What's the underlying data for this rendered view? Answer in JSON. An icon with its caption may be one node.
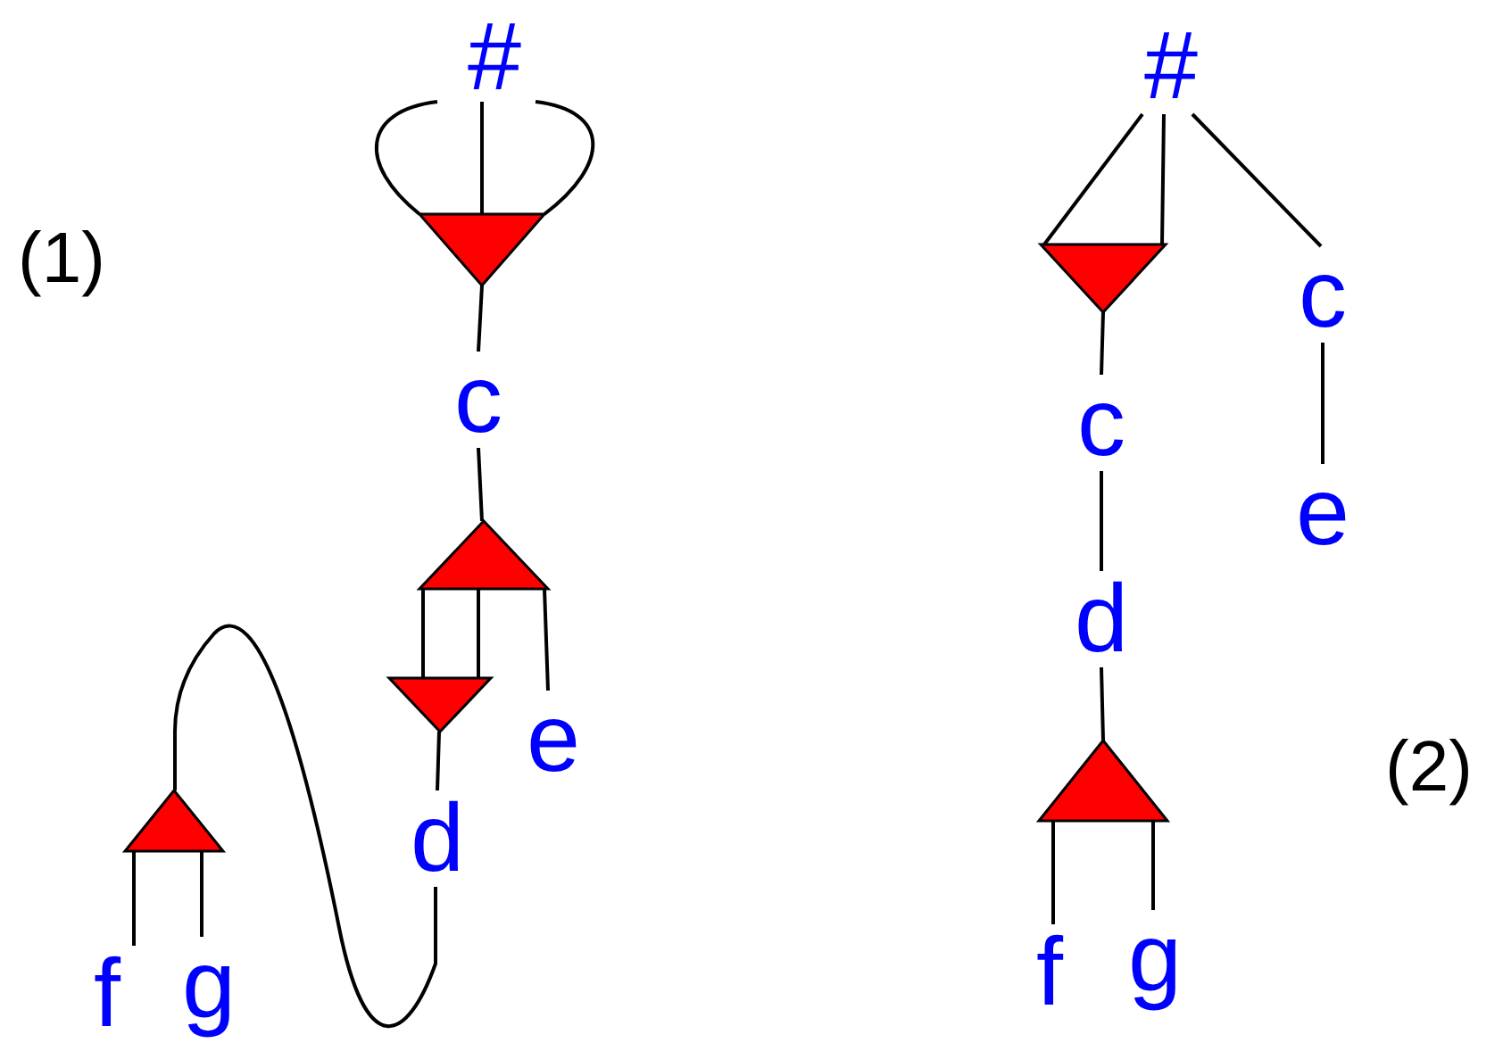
{
  "diagram": {
    "nodes": [
      {
        "text": [
          "#"
        ]
      },
      {
        "text": [],
        "shape": "triangle"
      },
      {
        "text": [
          "c"
        ]
      },
      {
        "text": [],
        "shape": "triangle"
      },
      {
        "text": [],
        "shape": "triangle"
      },
      {
        "text": [
          "e"
        ]
      },
      {
        "text": [
          "d"
        ]
      },
      {
        "text": [],
        "shape": "triangle"
      },
      {
        "text": [
          "f"
        ]
      },
      {
        "text": [
          "g"
        ]
      },
      {
        "text": [
          "#"
        ]
      },
      {
        "text": [],
        "shape": "triangle"
      },
      {
        "text": [
          "c"
        ]
      },
      {
        "text": [
          "c"
        ]
      },
      {
        "text": [
          "e"
        ]
      },
      {
        "text": [
          "d"
        ]
      },
      {
        "text": [],
        "shape": "triangle"
      },
      {
        "text": [
          "f"
        ]
      },
      {
        "text": [
          "g"
        ]
      }
    ],
    "edges": [
      {
        "from": 0,
        "to": 1,
        "arrow": "none"
      },
      {
        "from": 0,
        "to": 1,
        "arrow": "none"
      },
      {
        "from": 0,
        "to": 1,
        "arrow": "none"
      },
      {
        "from": 1,
        "to": 2,
        "arrow": "none"
      },
      {
        "from": 2,
        "to": 3,
        "arrow": "none"
      },
      {
        "from": 3,
        "to": 4,
        "arrow": "none"
      },
      {
        "from": 3,
        "to": 4,
        "arrow": "none"
      },
      {
        "from": 3,
        "to": 5,
        "arrow": "none"
      },
      {
        "from": 4,
        "to": 6,
        "arrow": "none"
      },
      {
        "from": 6,
        "to": 7,
        "arrow": "none"
      },
      {
        "from": 7,
        "to": 8,
        "arrow": "none"
      },
      {
        "from": 7,
        "to": 9,
        "arrow": "none"
      },
      {
        "from": 10,
        "to": 11,
        "arrow": "none"
      },
      {
        "from": 10,
        "to": 11,
        "arrow": "none"
      },
      {
        "from": 10,
        "to": 12,
        "arrow": "none"
      },
      {
        "from": 11,
        "to": 13,
        "arrow": "none"
      },
      {
        "from": 12,
        "to": 14,
        "arrow": "none"
      },
      {
        "from": 13,
        "to": 15,
        "arrow": "none"
      },
      {
        "from": 15,
        "to": 16,
        "arrow": "none"
      },
      {
        "from": 16,
        "to": 17,
        "arrow": "none"
      },
      {
        "from": 16,
        "to": 18,
        "arrow": "none"
      }
    ],
    "labels": [
      "(1)",
      "(2)"
    ]
  }
}
